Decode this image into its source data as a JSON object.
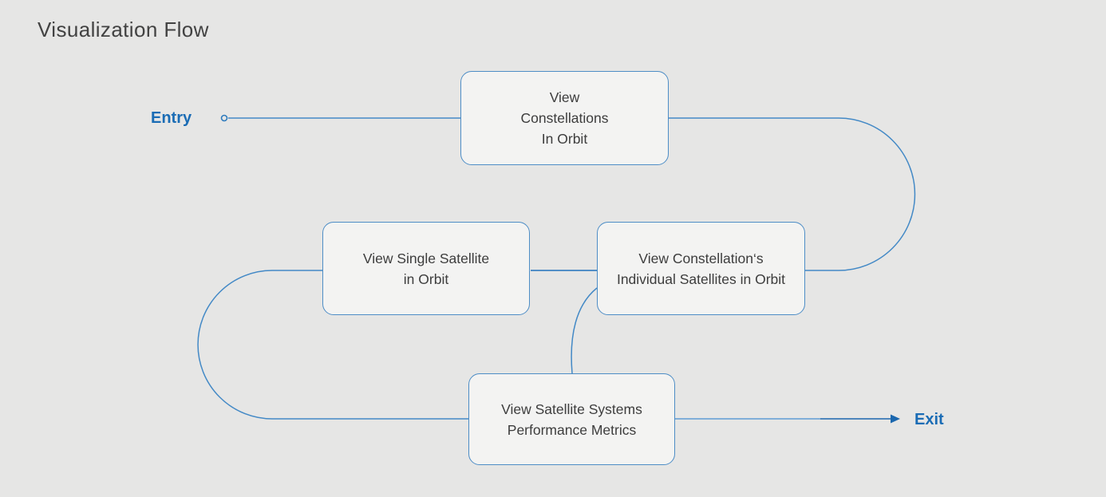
{
  "page": {
    "title": "Visualization Flow"
  },
  "flow": {
    "entry_label": "Entry",
    "exit_label": "Exit",
    "nodes": [
      {
        "id": "view-constellations-in-orbit",
        "lines": [
          "View",
          "Constellations",
          "In Orbit"
        ]
      },
      {
        "id": "view-single-satellite-in-orbit",
        "lines": [
          "View Single Satellite",
          "in Orbit"
        ]
      },
      {
        "id": "view-constellations-individual-satellites",
        "lines": [
          "View Constellation‘s",
          "Individual Satellites in Orbit"
        ]
      },
      {
        "id": "view-satellite-systems-performance-metrics",
        "lines": [
          "View Satellite Systems",
          "Performance Metrics"
        ]
      }
    ],
    "connections": [
      "entry -> view-constellations-in-orbit",
      "view-constellations-in-orbit -> view-constellations-individual-satellites",
      "view-constellations-individual-satellites -> view-single-satellite-in-orbit",
      "view-constellations-individual-satellites -> view-satellite-systems-performance-metrics",
      "view-single-satellite-in-orbit -> view-satellite-systems-performance-metrics",
      "view-satellite-systems-performance-metrics -> exit"
    ]
  },
  "colors": {
    "background": "#e6e6e5",
    "node_fill": "#f3f3f2",
    "node_border": "#4d8dc6",
    "connector_blue": "#4389c6",
    "connector_light": "#5f9cd4",
    "connector_dark": "#1b67ae",
    "endpoint_text": "#1a6cb5",
    "title_text": "#424242",
    "node_text": "#3d3d3d"
  }
}
